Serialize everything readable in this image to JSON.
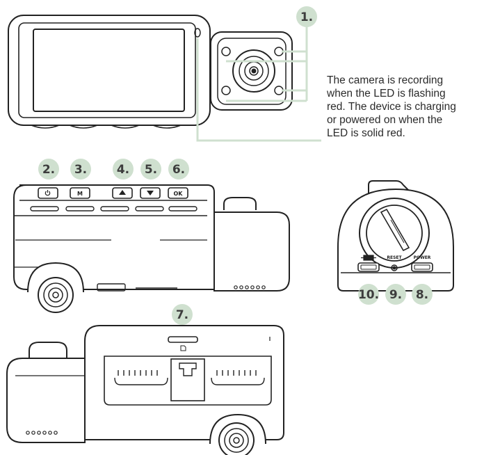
{
  "callouts": {
    "c1": "1.",
    "c2": "2.",
    "c3": "3.",
    "c4": "4.",
    "c5": "5.",
    "c6": "6.",
    "c7": "7.",
    "c8": "8.",
    "c9": "9.",
    "c10": "10."
  },
  "led_description": {
    "line1": "The camera is recording",
    "line2": "when the LED is flashing",
    "line3": "red. The device is charging",
    "line4": "or powered on when the",
    "line5": "LED is solid red."
  },
  "buttons": {
    "mode": "M",
    "ok": "OK"
  },
  "rear_labels": {
    "reset": "RESET",
    "power": "POWER"
  },
  "colors": {
    "badge": "#cfe0cf",
    "callout_line": "#cfe0cf",
    "outline": "#222222"
  },
  "icons": [
    "power-icon",
    "up-arrow-icon",
    "down-arrow-icon",
    "rear-camera-port-icon",
    "microsd-icon"
  ]
}
